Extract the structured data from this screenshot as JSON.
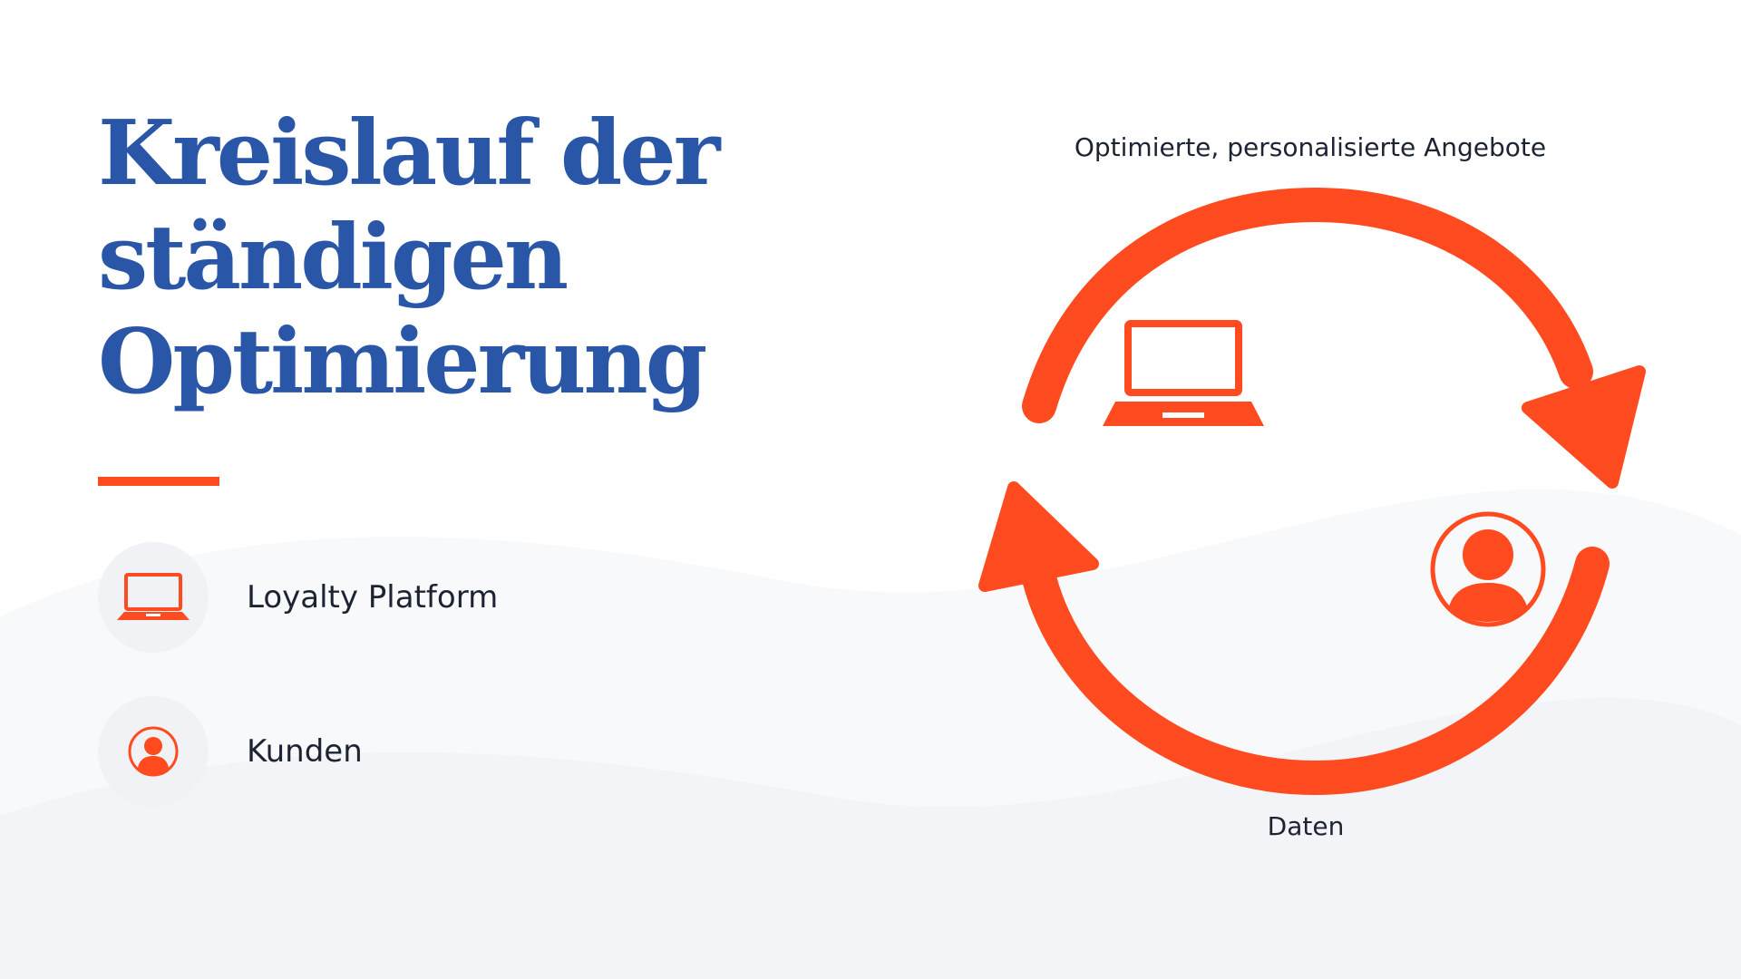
{
  "title": {
    "line1": "Kreislauf der",
    "line2": "ständigen",
    "line3": "Optimierung"
  },
  "legend": [
    {
      "icon": "laptop-icon",
      "label": "Loyalty Platform"
    },
    {
      "icon": "user-icon",
      "label": "Kunden"
    }
  ],
  "cycle": {
    "top_label": "Optimierte, personalisierte Angebote",
    "bottom_label": "Daten"
  },
  "colors": {
    "title": "#2a56a8",
    "accent": "#ff4b1f",
    "text": "#1c2433",
    "bubble": "#f1f2f6",
    "wave": "#f7f8fa"
  }
}
